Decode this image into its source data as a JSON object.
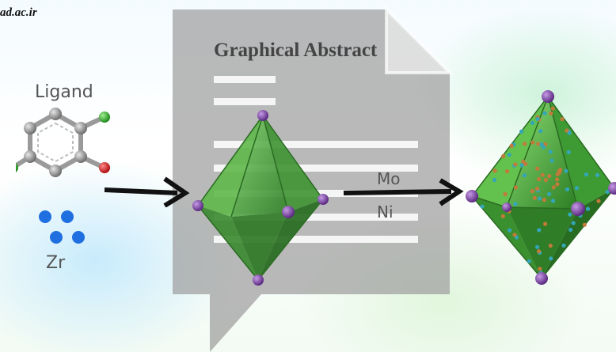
{
  "header": {
    "url_fragment": "ad.ac.ir",
    "title": "Graphical Abstract"
  },
  "labels": {
    "ligand": "Ligand",
    "zr": "Zr",
    "mo": "Mo",
    "ni": "Ni"
  },
  "colors": {
    "octahedron_green": "#4fa63f",
    "vertex_purple": "#7a3fa0",
    "carbon_gray": "#8c8c8c",
    "chlorine_green": "#2fa52a",
    "oxygen_red": "#d21f1f",
    "zr_blue": "#1f6fe0",
    "mo_particle_orange": "#c27a3a",
    "ni_particle_cyan": "#34a6b8",
    "arrow_black": "#111111",
    "watermark_gray": "#9e9e9e"
  },
  "icons": {
    "watermark": "document-icon"
  }
}
